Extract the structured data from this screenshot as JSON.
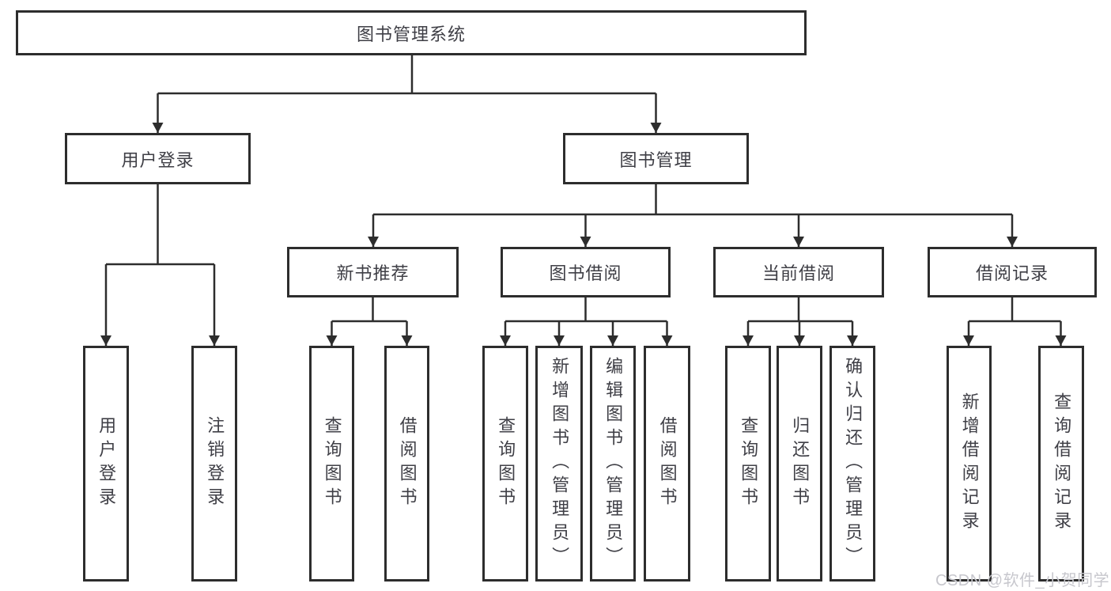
{
  "tree": {
    "root": {
      "label": "图书管理系统"
    },
    "branches": [
      {
        "label": "用户登录",
        "children": [
          {
            "label": "用户登录"
          },
          {
            "label": "注销登录"
          }
        ]
      },
      {
        "label": "图书管理",
        "children": [
          {
            "label": "新书推荐",
            "children": [
              {
                "label": "查询图书"
              },
              {
                "label": "借阅图书"
              }
            ]
          },
          {
            "label": "图书借阅",
            "children": [
              {
                "label": "查询图书"
              },
              {
                "label": "新增图书（管理员）"
              },
              {
                "label": "编辑图书（管理员）"
              },
              {
                "label": "借阅图书"
              }
            ]
          },
          {
            "label": "当前借阅",
            "children": [
              {
                "label": "查询图书"
              },
              {
                "label": "归还图书"
              },
              {
                "label": "确认归还（管理员）"
              }
            ]
          },
          {
            "label": "借阅记录",
            "children": [
              {
                "label": "新增借阅记录"
              },
              {
                "label": "查询借阅记录"
              }
            ]
          }
        ]
      }
    ]
  },
  "watermark": {
    "text": "CSDN @软件_小贺同学"
  },
  "colors": {
    "line": "#2d2d2d",
    "text": "#3f3f46",
    "box_fill": "#ffffff",
    "watermark": "#c7c7cd",
    "background": "#ffffff"
  }
}
